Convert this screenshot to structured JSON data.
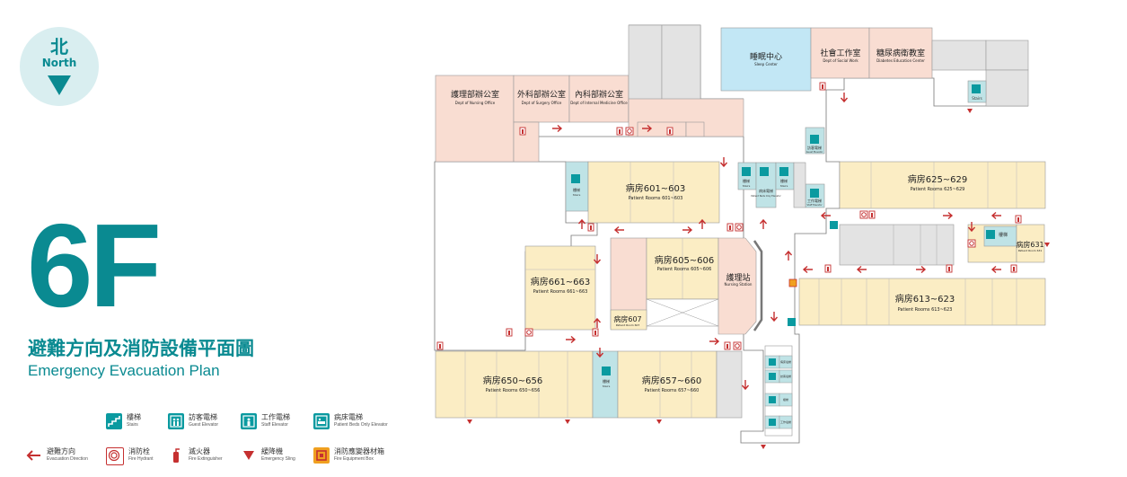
{
  "compass": {
    "zh": "北",
    "en": "North"
  },
  "floor": "6F",
  "title": {
    "zh": "避難方向及消防設備平面圖",
    "en": "Emergency Evacuation Plan"
  },
  "legend": [
    {
      "zh": "樓梯",
      "en": "Stairs",
      "icon": "stairs-icon"
    },
    {
      "zh": "訪客電梯",
      "en": "Guest Elevator",
      "icon": "guest-elevator-icon"
    },
    {
      "zh": "工作電梯",
      "en": "Staff Elevator",
      "icon": "staff-elevator-icon"
    },
    {
      "zh": "病床電梯",
      "en": "Patient Beds Only Elevator",
      "icon": "bed-elevator-icon"
    },
    {
      "zh": "避難方向",
      "en": "Evacuation Direction",
      "icon": "evacuation-arrow-icon"
    },
    {
      "zh": "消防栓",
      "en": "Fire Hydrant",
      "icon": "fire-hydrant-icon"
    },
    {
      "zh": "滅火器",
      "en": "Fire Extinguisher",
      "icon": "fire-extinguisher-icon"
    },
    {
      "zh": "緩降機",
      "en": "Emergency Sling",
      "icon": "emergency-sling-icon"
    },
    {
      "zh": "消防應變器材箱",
      "en": "Fire Equipment Box",
      "icon": "fire-equipment-box-icon"
    }
  ],
  "rooms": {
    "nursing_office": {
      "zh": "護理部辦公室",
      "en": "Dept of Nursing Office"
    },
    "surgery_office": {
      "zh": "外科部辦公室",
      "en": "Dept of Surgery Office"
    },
    "medicine_office": {
      "zh": "內科部辦公室",
      "en": "Dept of Internal Medicine Office"
    },
    "sleep_center": {
      "zh": "睡眠中心",
      "en": "Sleep Center"
    },
    "social_work": {
      "zh": "社會工作室",
      "en": "Dept of Social Work"
    },
    "diabetes": {
      "zh": "糖尿病衛教室",
      "en": "Diabetes Education Center"
    },
    "r601": {
      "zh": "病房601~603",
      "en": "Patient Rooms 601~603"
    },
    "r625": {
      "zh": "病房625~629",
      "en": "Patient Rooms 625~629"
    },
    "r605": {
      "zh": "病房605~606",
      "en": "Patient Rooms 605~606"
    },
    "r661": {
      "zh": "病房661~663",
      "en": "Patient Rooms 661~663"
    },
    "r607": {
      "zh": "病房607",
      "en": "Patient Room 607"
    },
    "nursing_station": {
      "zh": "護理站",
      "en": "Nursing Station"
    },
    "r613": {
      "zh": "病房613~623",
      "en": "Patient Rooms 613~623"
    },
    "r631": {
      "zh": "病房631",
      "en": "Patient Room 631"
    },
    "r650": {
      "zh": "病房650~656",
      "en": "Patient Rooms 650~656"
    },
    "r657": {
      "zh": "病房657~660",
      "en": "Patient Rooms 657~660"
    }
  },
  "map_labels": {
    "stairs": {
      "zh": "樓梯",
      "en": "Stairs"
    },
    "guest_elevator": {
      "zh": "訪客電梯",
      "en": "Guest Elevator"
    },
    "staff_elevator": {
      "zh": "工作電梯",
      "en": "Staff Elevator"
    },
    "bed_elevator": {
      "zh": "病床電梯",
      "en": "Patient Beds Only Elevator"
    }
  },
  "colors": {
    "brand": "#0a8a91",
    "room_yellow": "#fbedc4",
    "room_pink": "#f9ddd2",
    "room_blue": "#c2e7f5",
    "room_gray": "#e3e3e3",
    "stair_teal": "#bfe3e6",
    "arrow_red": "#c53030"
  }
}
